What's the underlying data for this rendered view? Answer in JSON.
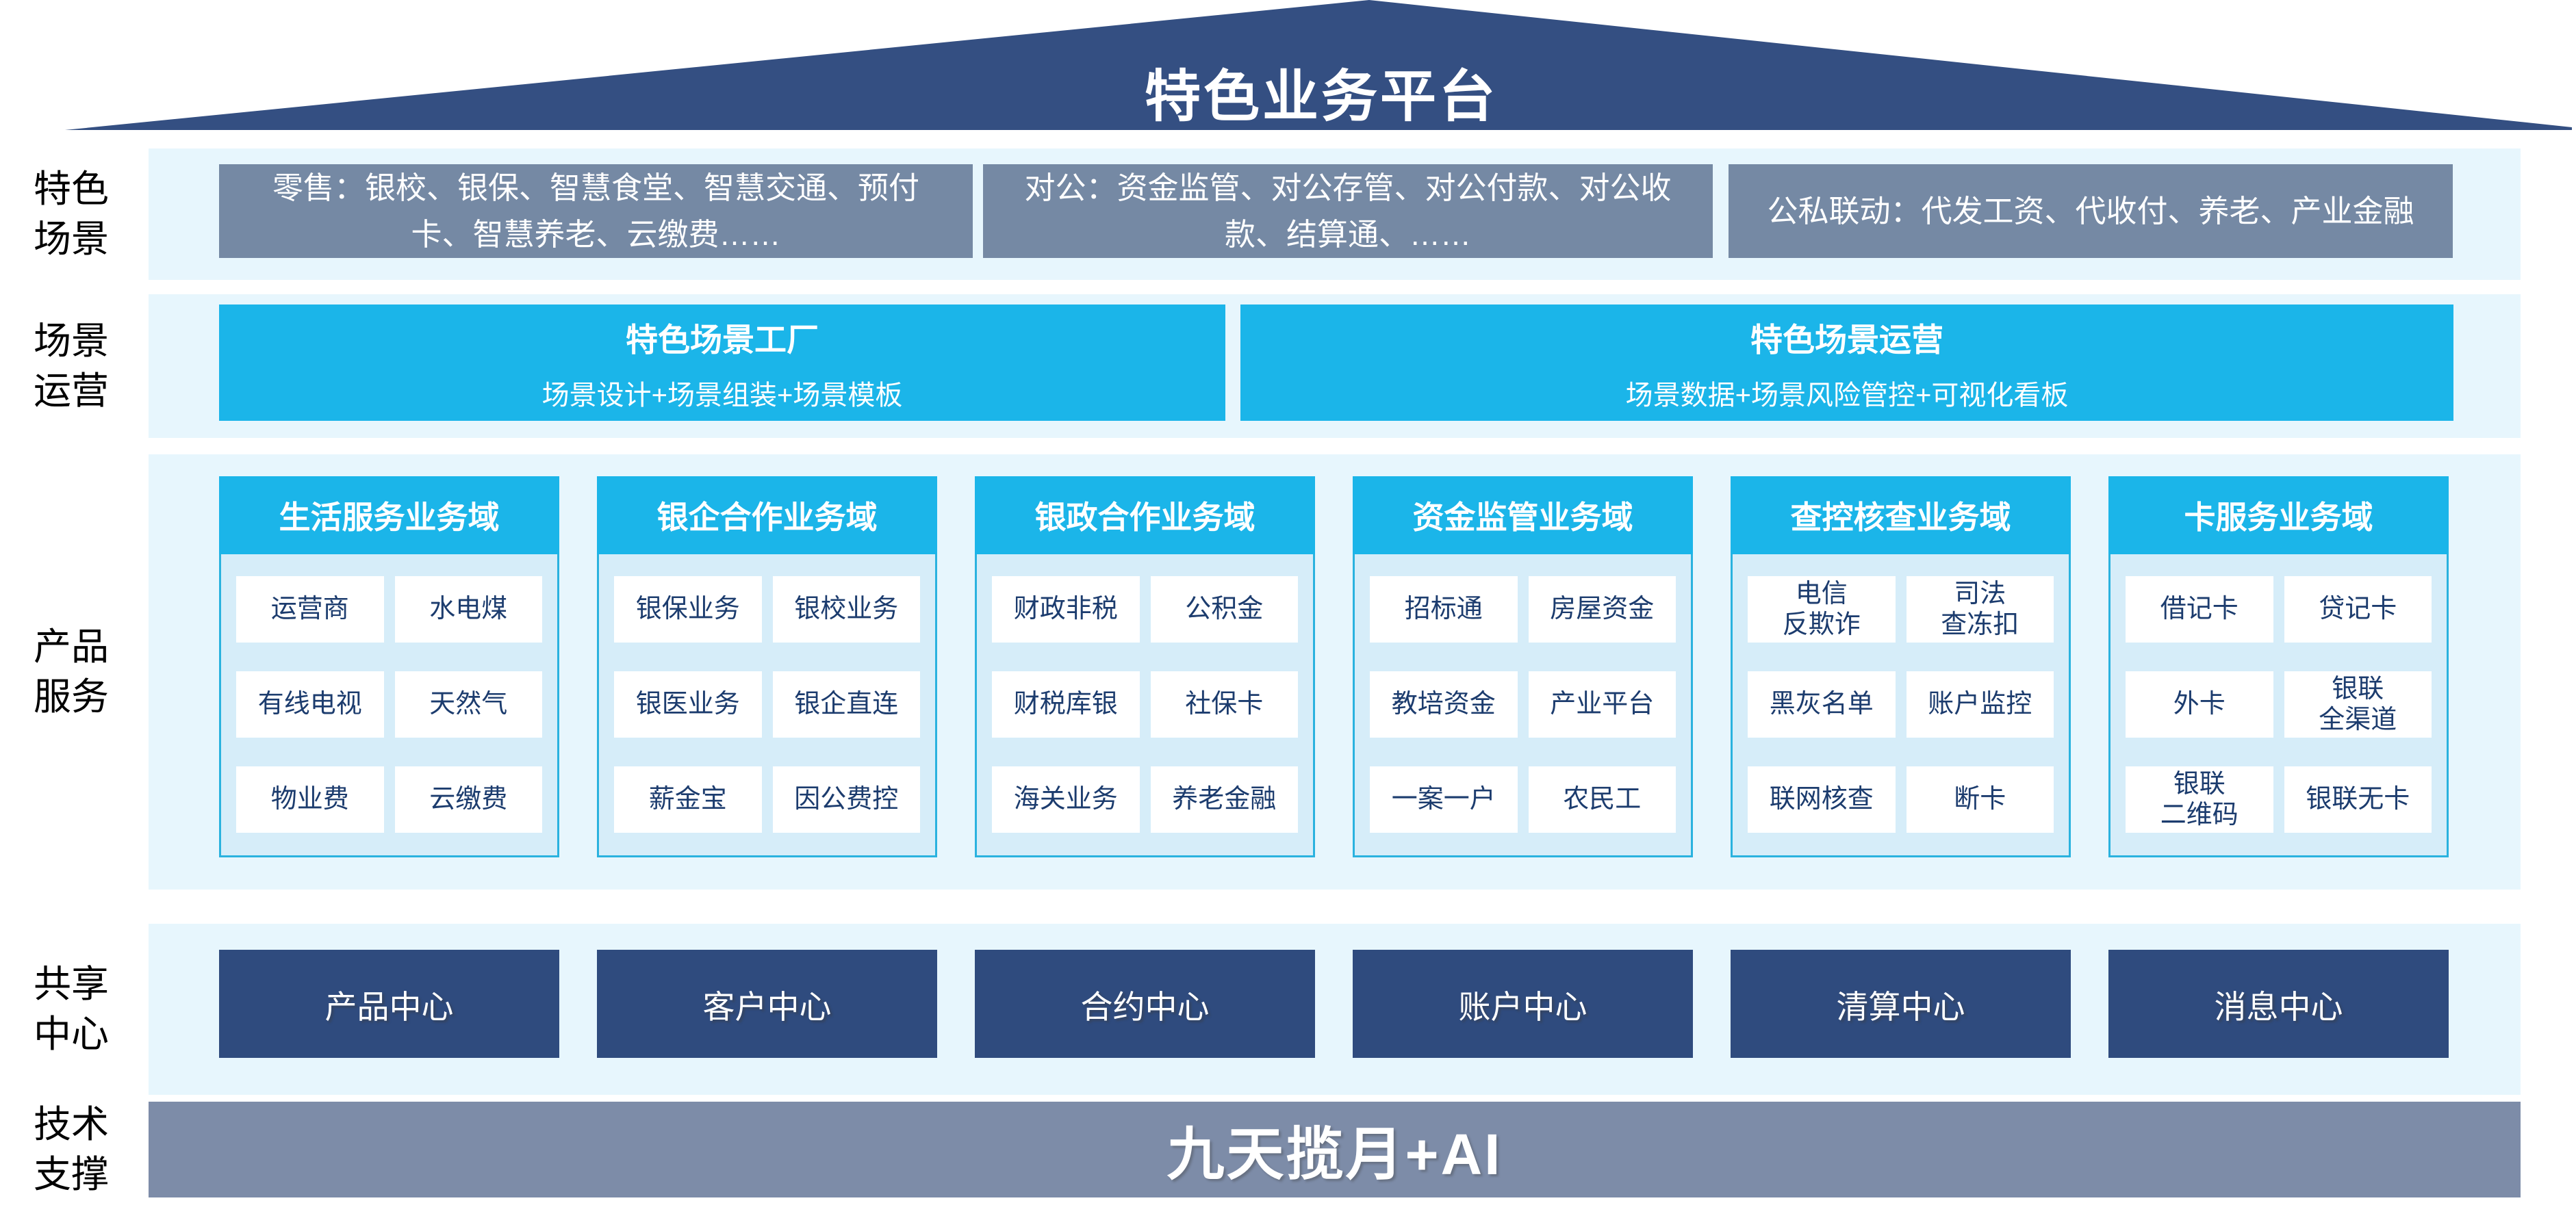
{
  "title": "特色业务平台",
  "side_labels": [
    "特色\n场景",
    "场景\n运营",
    "产品\n服务",
    "共享\n中心",
    "技术\n支撑"
  ],
  "scenario_boxes": [
    "零售：银校、银保、智慧食堂、智慧交通、预付卡、智慧养老、云缴费……",
    "对公：资金监管、对公存管、对公付款、对公收款、结算通、……",
    "公私联动：代发工资、代收付、养老、产业金融"
  ],
  "operation_boxes": [
    {
      "title": "特色场景工厂",
      "subtitle": "场景设计+场景组装+场景模板"
    },
    {
      "title": "特色场景运营",
      "subtitle": "场景数据+场景风险管控+可视化看板"
    }
  ],
  "product_domains": [
    {
      "name": "生活服务业务域",
      "items": [
        "运营商",
        "水电煤",
        "有线电视",
        "天然气",
        "物业费",
        "云缴费"
      ]
    },
    {
      "name": "银企合作业务域",
      "items": [
        "银保业务",
        "银校业务",
        "银医业务",
        "银企直连",
        "薪金宝",
        "因公费控"
      ]
    },
    {
      "name": "银政合作业务域",
      "items": [
        "财政非税",
        "公积金",
        "财税库银",
        "社保卡",
        "海关业务",
        "养老金融"
      ]
    },
    {
      "name": "资金监管业务域",
      "items": [
        "招标通",
        "房屋资金",
        "教培资金",
        "产业平台",
        "一案一户",
        "农民工"
      ]
    },
    {
      "name": "查控核查业务域",
      "items": [
        "电信\n反欺诈",
        "司法\n查冻扣",
        "黑灰名单",
        "账户监控",
        "联网核查",
        "断卡"
      ]
    },
    {
      "name": "卡服务业务域",
      "items": [
        "借记卡",
        "贷记卡",
        "外卡",
        "银联\n全渠道",
        "银联\n二维码",
        "银联无卡"
      ]
    }
  ],
  "shared_centers": [
    "产品中心",
    "客户中心",
    "合约中心",
    "账户中心",
    "清算中心",
    "消息中心"
  ],
  "tech_support": "九天揽月+AI",
  "colors": {
    "roof_navy": "#344F82",
    "scenario_gray_blue": "#7589A4",
    "accent_cyan": "#1BB5E9",
    "band_light_blue": "#E7F6FD",
    "card_body_blue": "#D6EDF9",
    "card_border_cyan": "#2AB2DF",
    "cell_text_navy": "#1C3C6E",
    "center_navy": "#2F4B7E",
    "tech_bar_gray": "#7D8CA8"
  }
}
